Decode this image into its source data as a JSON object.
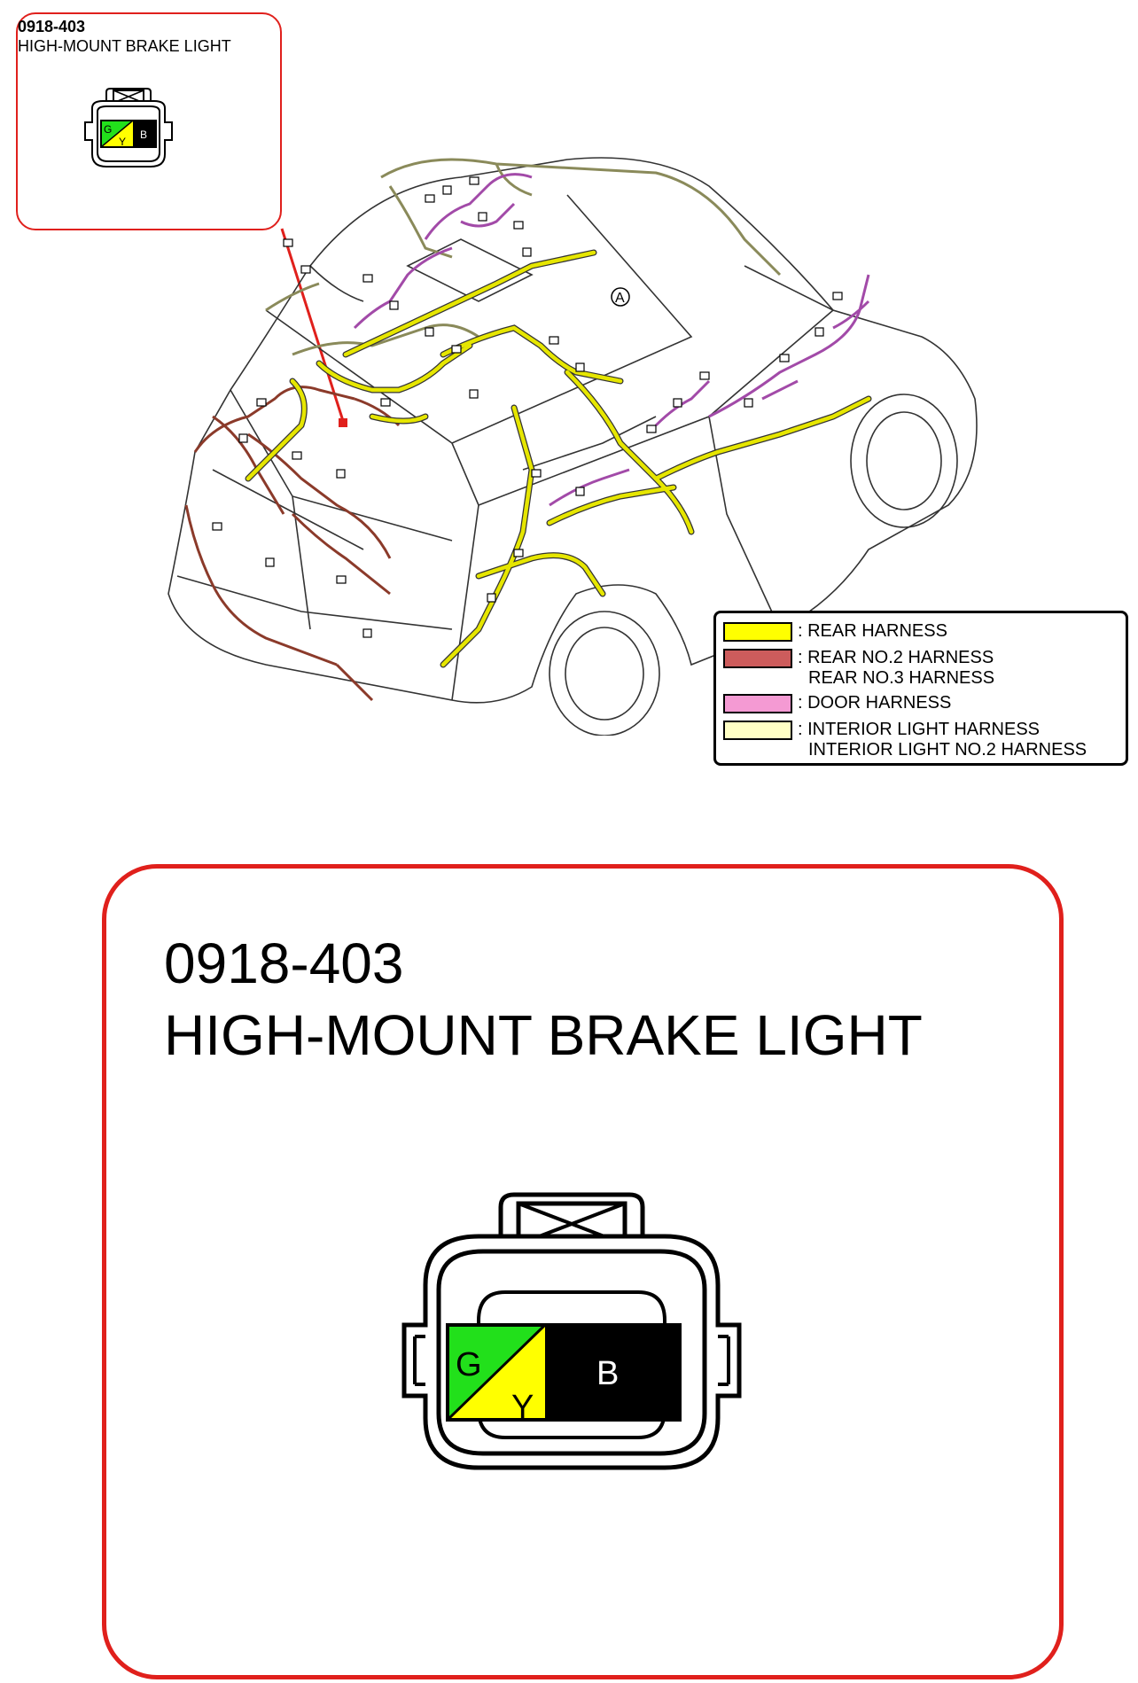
{
  "connector": {
    "code": "0918-403",
    "name": "HIGH-MOUNT BRAKE LIGHT",
    "pins": [
      {
        "label": "G",
        "color": "#22e01b"
      },
      {
        "label": "Y",
        "color": "#ffff00"
      },
      {
        "label": "B",
        "color": "#000000"
      }
    ]
  },
  "car": {
    "marker_label": "A"
  },
  "legend": {
    "items": [
      {
        "lines": [
          ": REAR HARNESS"
        ],
        "color": "#ffff00"
      },
      {
        "lines": [
          ": REAR NO.2 HARNESS",
          "REAR NO.3 HARNESS"
        ],
        "color": "#cd5c5c"
      },
      {
        "lines": [
          ": DOOR HARNESS"
        ],
        "color": "#f49ad3"
      },
      {
        "lines": [
          ": INTERIOR LIGHT HARNESS",
          "INTERIOR LIGHT NO.2 HARNESS"
        ],
        "color": "#ffffc4"
      }
    ]
  },
  "colors": {
    "callout_border": "#e0201c",
    "rear_harness": "#e6e600",
    "rear_no2_harness": "#8b3a2a",
    "door_harness": "#a24aa8",
    "interior_light_harness": "#8a8a5a"
  }
}
